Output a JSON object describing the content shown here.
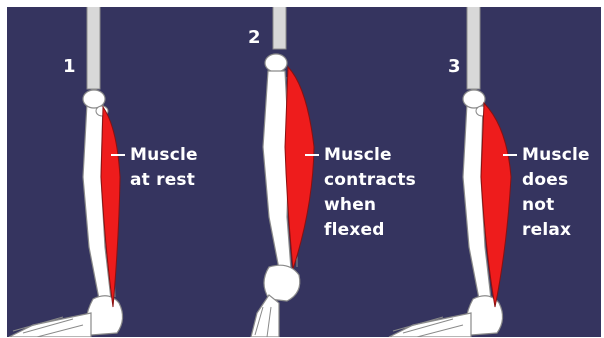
{
  "panels": [
    {
      "number": "1",
      "label": [
        "Muscle",
        "at rest"
      ]
    },
    {
      "number": "2",
      "label": [
        "Muscle",
        "contracts",
        "when",
        "flexed"
      ]
    },
    {
      "number": "3",
      "label": [
        "Muscle",
        "does",
        "not",
        "relax"
      ]
    }
  ],
  "colors": {
    "background": "#35345f",
    "muscle": "#ee1c1c",
    "bone": "#ffffff",
    "outline": "#9a9a9a"
  }
}
